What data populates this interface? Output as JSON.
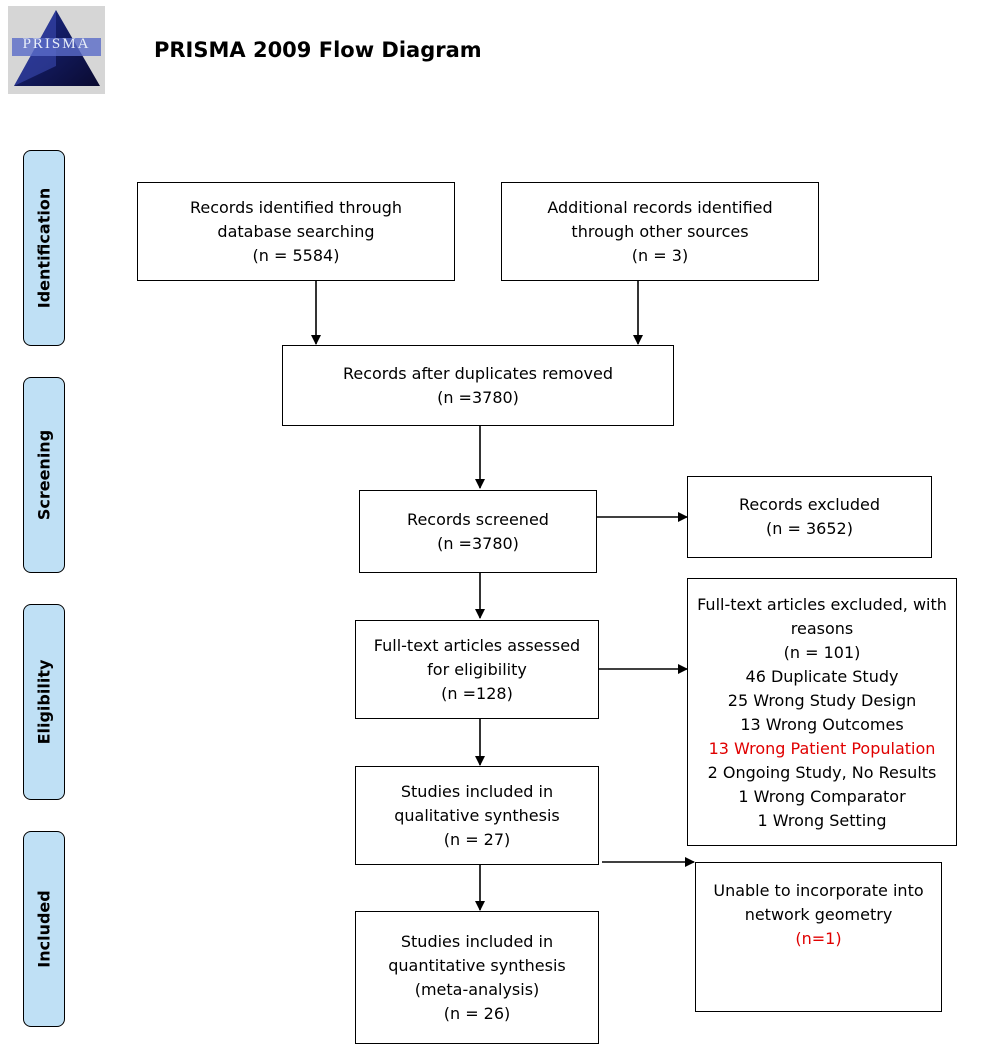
{
  "header": {
    "logo_text": "PRISMA",
    "title": "PRISMA 2009 Flow Diagram"
  },
  "stages": {
    "identification": "Identification",
    "screening": "Screening",
    "eligibility": "Eligibility",
    "included": "Included"
  },
  "boxes": {
    "db_search": {
      "line1": "Records identified through",
      "line2": "database searching",
      "line3": "(n = 5584)"
    },
    "other_sources": {
      "line1": "Additional records identified",
      "line2": "through other sources",
      "line3": "(n = 3)"
    },
    "after_duplicates": {
      "line1": "Records after duplicates removed",
      "line2": "(n =3780)"
    },
    "screened": {
      "line1": "Records screened",
      "line2": "(n =3780)"
    },
    "excluded": {
      "line1": "Records excluded",
      "line2": "(n = 3652)"
    },
    "fulltext": {
      "line1": "Full-text articles assessed",
      "line2": "for eligibility",
      "line3": "(n =128)"
    },
    "fulltext_excluded": {
      "line1": "Full-text articles excluded, with",
      "line2": "reasons",
      "line3": "(n = 101)",
      "reasons": [
        "46 Duplicate Study",
        "25 Wrong Study Design",
        "13 Wrong Outcomes",
        "13 Wrong Patient Population",
        "2 Ongoing Study, No Results",
        "1 Wrong Comparator",
        "1 Wrong Setting"
      ]
    },
    "qualitative": {
      "line1": "Studies included in",
      "line2": "qualitative synthesis",
      "line3": "(n = 27)"
    },
    "quantitative": {
      "line1": "Studies included in",
      "line2": "quantitative synthesis",
      "line3": "(meta-analysis)",
      "line4": "(n = 26)"
    },
    "network": {
      "line1": "Unable to incorporate into",
      "line2": "network geometry",
      "line3": "(n=1)"
    }
  },
  "colors": {
    "stage_fill": "#bfe0f5",
    "highlight_red": "#e00000"
  }
}
